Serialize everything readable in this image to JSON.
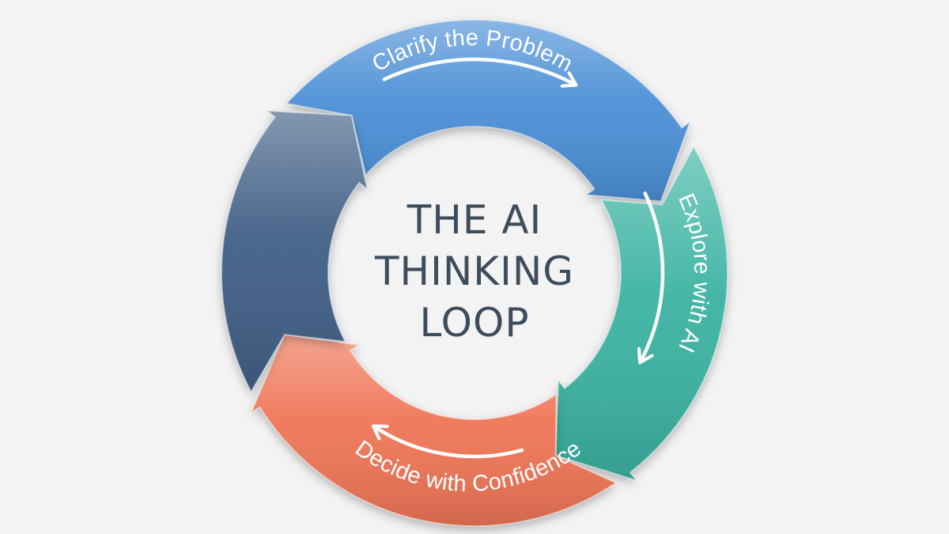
{
  "diagram": {
    "center_title": [
      "THE AI",
      "THINKING",
      "LOOP"
    ],
    "steps": [
      {
        "label": "Clarify the Problem",
        "color": "#4b8fd6"
      },
      {
        "label": "Explore with AI",
        "color": "#3bb3a2"
      },
      {
        "label": "Decide with Confidence",
        "color": "#ef7457"
      },
      {
        "label": "",
        "color": "#3f5f86"
      }
    ]
  }
}
